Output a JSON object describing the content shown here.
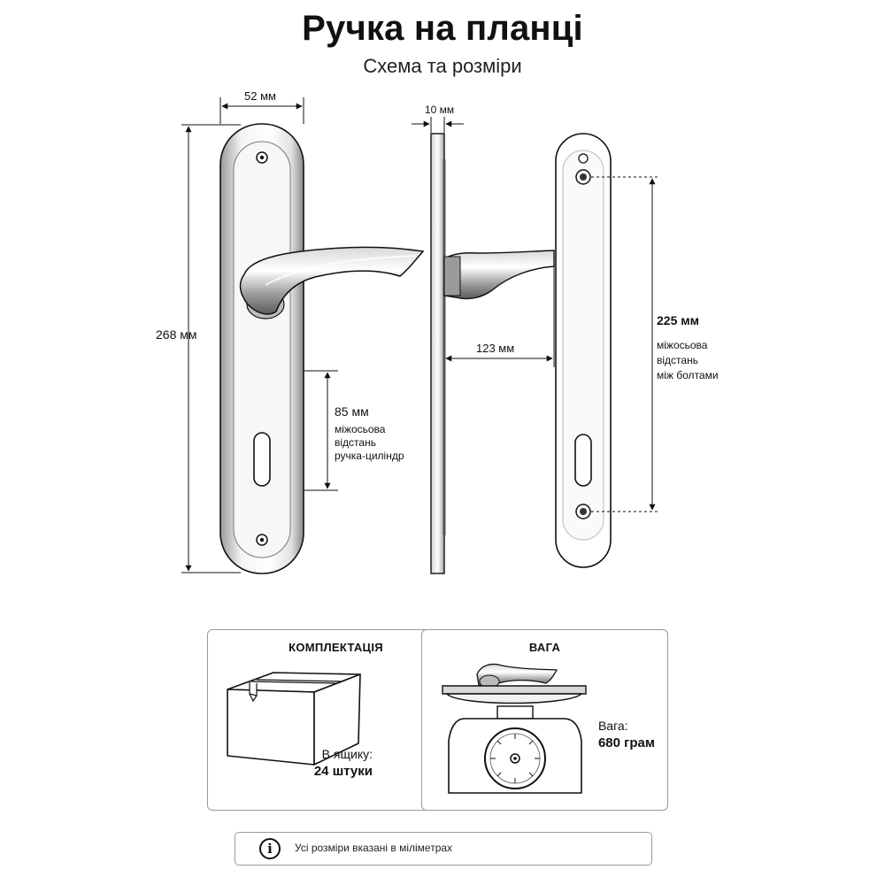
{
  "header": {
    "title": "Ручка на планці",
    "subtitle": "Схема та розміри"
  },
  "dimensions": {
    "width": "52 мм",
    "height": "268 мм",
    "thickness": "10 мм",
    "projection": "123 мм",
    "cylinder": {
      "value": "85 мм",
      "desc_line1": "міжосьова",
      "desc_line2": "відстань",
      "desc_line3": "ручка-циліндр"
    },
    "bolts": {
      "value": "225 мм",
      "desc_line1": "міжосьова",
      "desc_line2": "відстань",
      "desc_line3": "між болтами"
    }
  },
  "panels": {
    "package": {
      "title": "КОМПЛЕКТАЦІЯ",
      "caption_line1": "В ящику:",
      "caption_line2": "24 штуки"
    },
    "weight": {
      "title": "ВАГА",
      "caption_line1": "Вага:",
      "caption_line2": "680 грам"
    }
  },
  "note": {
    "text": "Усі розміри вказані в міліметрах"
  },
  "colors": {
    "line": "#111111",
    "metal_light": "#f2f2f2",
    "metal_dark": "#8c8c8c",
    "panel_border": "#9a9a9a"
  }
}
